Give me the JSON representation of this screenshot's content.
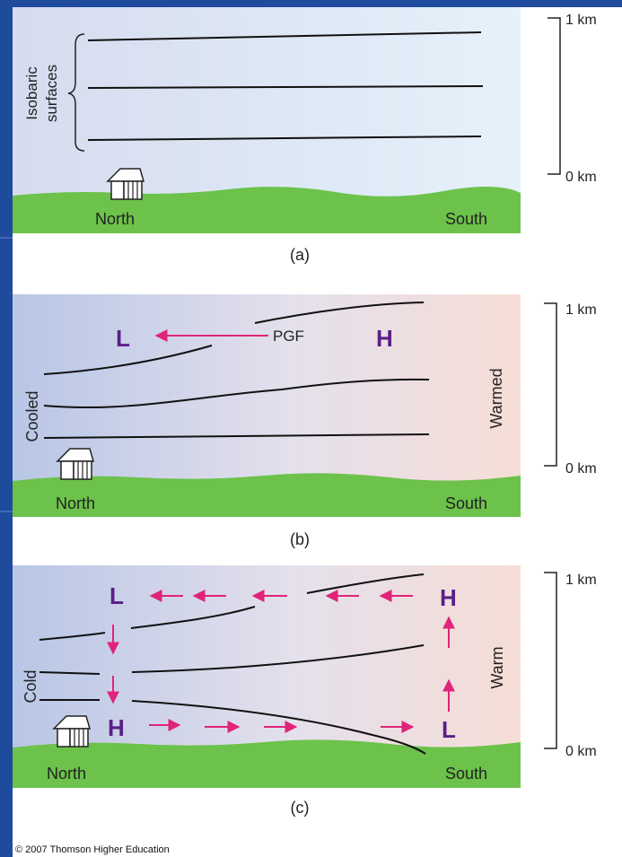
{
  "panel_a": {
    "bracket_label_line1": "Isobaric",
    "bracket_label_line2": "surfaces",
    "north": "North",
    "south": "South",
    "caption": "(a)",
    "scale_top": "1 km",
    "scale_bottom": "0 km"
  },
  "panel_b": {
    "low": "L",
    "high": "H",
    "pgf": "PGF",
    "cooled": "Cooled",
    "warmed": "Warmed",
    "north": "North",
    "south": "South",
    "caption": "(b)",
    "scale_top": "1 km",
    "scale_bottom": "0 km"
  },
  "panel_c": {
    "low_top": "L",
    "high_top": "H",
    "high_bottom": "H",
    "low_bottom": "L",
    "cold": "Cold",
    "warm": "Warm",
    "north": "North",
    "south": "South",
    "caption": "(c)",
    "scale_top": "1 km",
    "scale_bottom": "0 km"
  },
  "copyright": "© 2007 Thomson Higher Education",
  "colors": {
    "slide_background": "#1f4b9c",
    "ground": "#6cc24a",
    "arrow": "#e0247a",
    "pressure_letters": "#5b1f87",
    "cold_air": "#b8c6e6",
    "warm_air": "#f6ddd6"
  }
}
